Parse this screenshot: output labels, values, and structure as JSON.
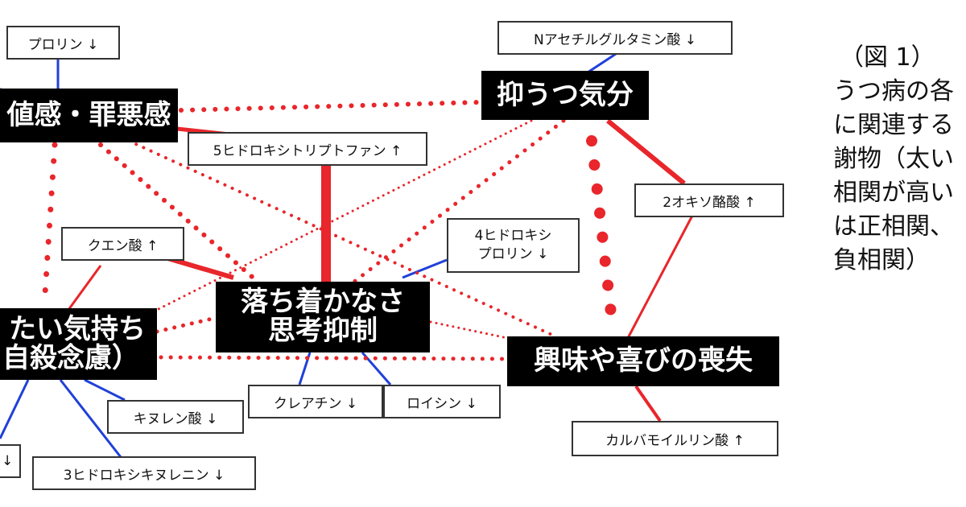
{
  "symptoms": {
    "worthless": "値感・罪悪感",
    "depressed": "抑うつ気分",
    "restless": [
      "落ち着かなさ",
      "思考抑制"
    ],
    "suicidal": [
      "たい気持ち",
      "自殺念慮）"
    ],
    "anhedonia": "興味や喜びの喪失"
  },
  "metabolites": {
    "proline": "プロリン ↓",
    "nacetyl": "Nアセチルグルタミン酸 ↓",
    "htp": "5ヒドロキシトリプトファン ↑",
    "oxo": "2オキソ酪酸 ↑",
    "citric": "クエン酸 ↑",
    "hydroxyproline": [
      "4ヒドロキシ",
      "プロリン ↓"
    ],
    "creatine": "クレアチン ↓",
    "leucine": "ロイシン ↓",
    "kynurenic": "キヌレン酸 ↓",
    "hydroxykyn": "3ヒドロキシキヌレニン ↓",
    "cutoff": "↓",
    "carbamoyl": "カルバモイルリン酸 ↑"
  },
  "caption": [
    "（図 1）",
    "うつ病の各",
    "に関連する",
    "謝物（太い",
    "相関が高い",
    "は正相関、",
    "負相関）"
  ],
  "colors": {
    "positive": "#e8262b",
    "negative": "#2040d8",
    "node_bg": "#000000"
  }
}
